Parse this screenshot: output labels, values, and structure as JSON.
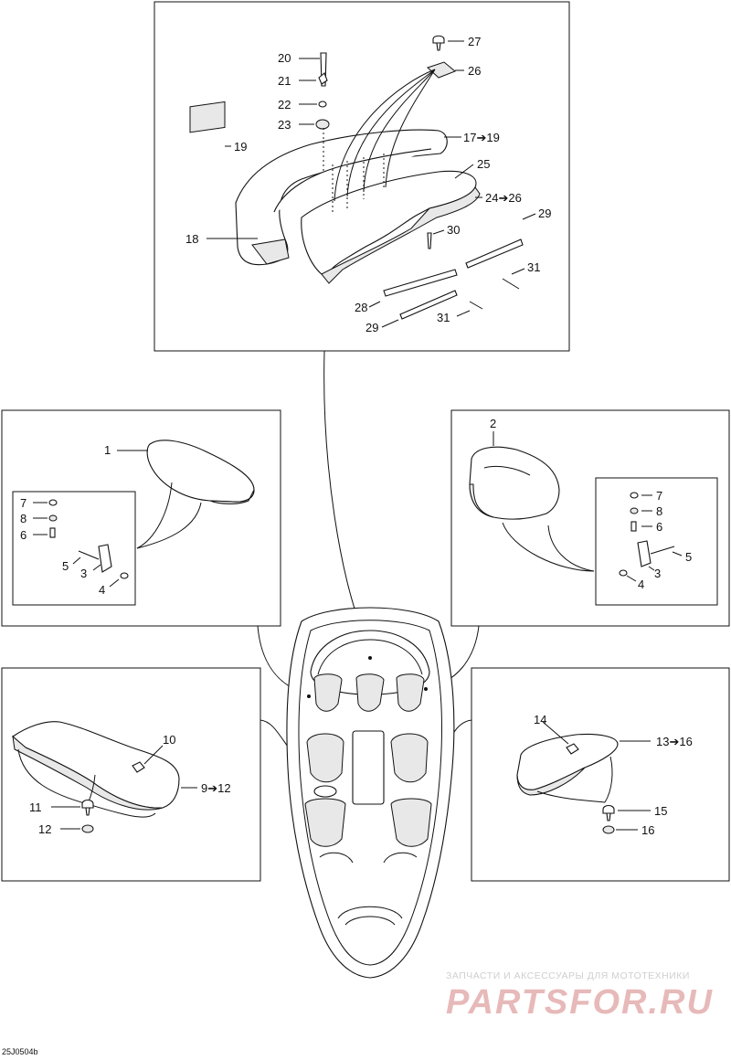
{
  "diagram_code": "25J0504b",
  "watermark": {
    "line1": "ЗАПЧАСТИ И АКСЕССУАРЫ ДЛЯ МОТОТЕХНИКИ",
    "line2": "PARTSFOR.RU"
  },
  "callouts": {
    "top_panel": [
      "20",
      "21",
      "22",
      "23",
      "27",
      "26",
      "19",
      "17➔19",
      "25",
      "24➔26",
      "18",
      "30",
      "29",
      "31",
      "28",
      "29",
      "31"
    ],
    "left_panel": [
      "1",
      "7",
      "8",
      "6",
      "5",
      "3",
      "4"
    ],
    "right_panel": [
      "2",
      "7",
      "8",
      "6",
      "5",
      "3",
      "4"
    ],
    "lower_left_panel": [
      "10",
      "9➔12",
      "11",
      "12"
    ],
    "lower_right_panel": [
      "14",
      "13➔16",
      "15",
      "16"
    ]
  }
}
